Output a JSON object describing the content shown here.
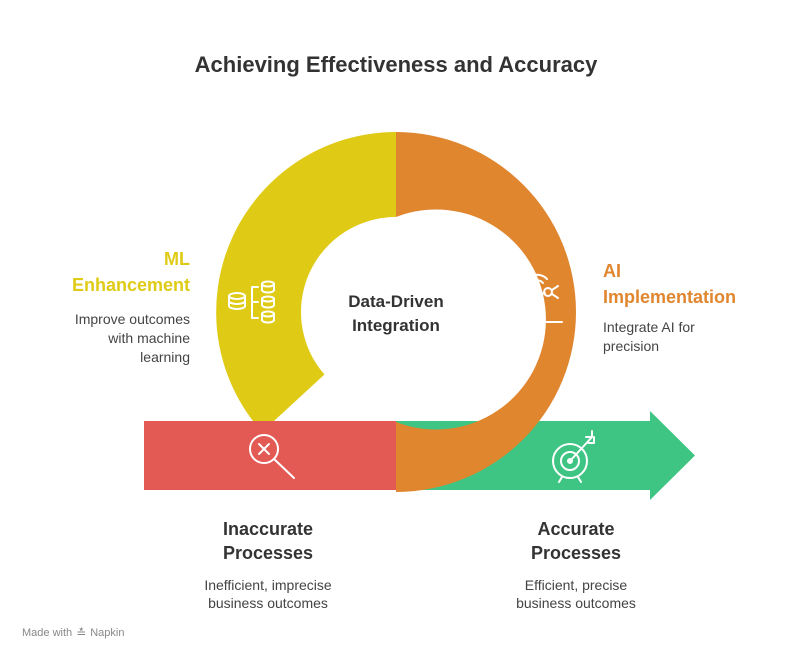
{
  "title": "Achieving Effectiveness and Accuracy",
  "center": {
    "line1": "Data-Driven",
    "line2": "Integration"
  },
  "ml": {
    "title_line1": "ML",
    "title_line2": "Enhancement",
    "description": "Improve outcomes\nwith machine\nlearning",
    "icon": "database-icon",
    "color": "#dfcb16"
  },
  "ai": {
    "title_line1": "AI",
    "title_line2": "Implementation",
    "description": "Integrate AI for\nprecision",
    "icon": "robot-arm-icon",
    "color": "#e0862f"
  },
  "inaccurate": {
    "title_line1": "Inaccurate",
    "title_line2": "Processes",
    "description": "Inefficient, imprecise\nbusiness outcomes",
    "icon": "magnifier-x-icon",
    "color": "#e35a55"
  },
  "accurate": {
    "title_line1": "Accurate",
    "title_line2": "Processes",
    "description": "Efficient, precise\nbusiness outcomes",
    "icon": "target-arrow-icon",
    "color": "#3ec483"
  },
  "footer": {
    "made_with": "Made with",
    "brand": "Napkin"
  }
}
